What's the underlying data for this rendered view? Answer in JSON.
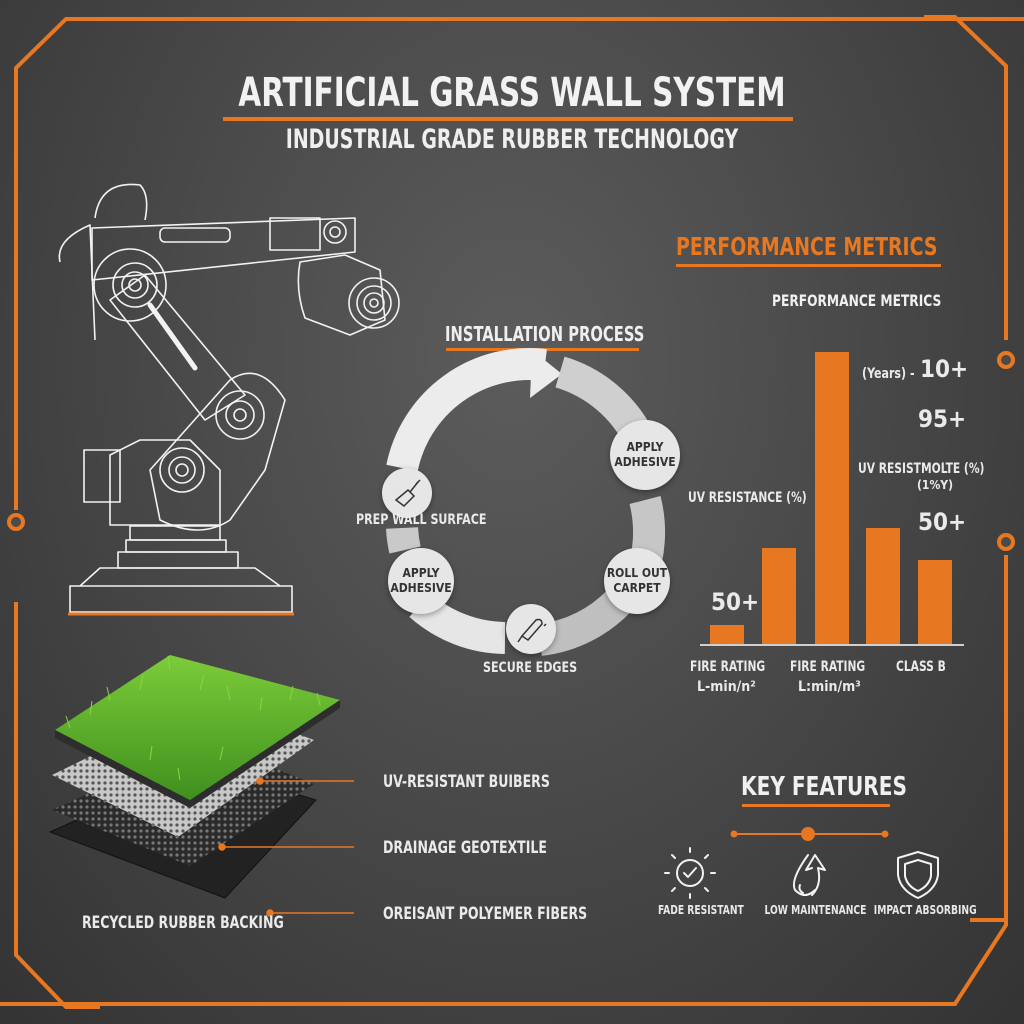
{
  "header": {
    "title": "ARTIFICIAL GRASS WALL SYSTEM",
    "subtitle": "INDUSTRIAL GRADE RUBBER TECHNOLOGY"
  },
  "colors": {
    "accent": "#e87722",
    "background": "#4a4a4a",
    "text": "#f0f0f0",
    "grass": "#5fae2e"
  },
  "installation": {
    "title": "INSTALLATION PROCESS",
    "steps": [
      {
        "label": "PREP WALL SURFACE",
        "icon": "scraper-icon"
      },
      {
        "label_line1": "APPLY",
        "label_line2": "ADHESIVE"
      },
      {
        "label_line1": "ROLL OUT",
        "label_line2": "CARPET"
      },
      {
        "label": "SECURE EDGES",
        "icon": "roller-icon"
      },
      {
        "label_line1": "APPLY",
        "label_line2": "ADHESIVE"
      }
    ]
  },
  "performance": {
    "title": "PERFORMANCE METRICS",
    "subtitle": "PERFORMANCE METRICS",
    "labels": {
      "years": "(Years) -",
      "v10": "10+",
      "v95": "95+",
      "uv_right_line1": "UV RESISTMOLTE (%)",
      "uv_right_line2": "(1%Y)",
      "v50_right": "50+",
      "uv_left": "UV RESISTANCE (%)",
      "v50_left": "50+",
      "fire1_line1": "FIRE RATING",
      "fire1_line2": "L-min/n²",
      "fire2_line1": "FIRE RATING",
      "fire2_line2": "L:min/m³",
      "classb": "CLASS B"
    }
  },
  "chart_data": {
    "type": "bar",
    "title": "PERFORMANCE METRICS",
    "categories": [
      "FIRE RATING L-min/n²",
      "",
      "FIRE RATING L:min/m³",
      "",
      "CLASS B"
    ],
    "values": [
      20,
      97,
      293,
      117,
      85
    ],
    "annotations": [
      "50+",
      "UV RESISTANCE (%)",
      "(Years) - 10+",
      "95+",
      "50+"
    ],
    "xlabel": "",
    "ylabel": "",
    "grid": false,
    "legend": "none"
  },
  "layers": {
    "items": [
      "UV-RESISTANT BUIBERS",
      "DRAINAGE GEOTEXTILE",
      "OREISANT POLYEMER FIBERS"
    ],
    "backing": "RECYCLED RUBBER BACKING"
  },
  "features": {
    "title": "KEY FEATURES",
    "items": [
      {
        "label": "FADE RESISTANT",
        "icon": "sun-check-icon"
      },
      {
        "label": "LOW MAINTENANCE",
        "icon": "drop-arrow-icon"
      },
      {
        "label": "IMPACT ABSORBING",
        "icon": "shield-icon"
      }
    ]
  }
}
